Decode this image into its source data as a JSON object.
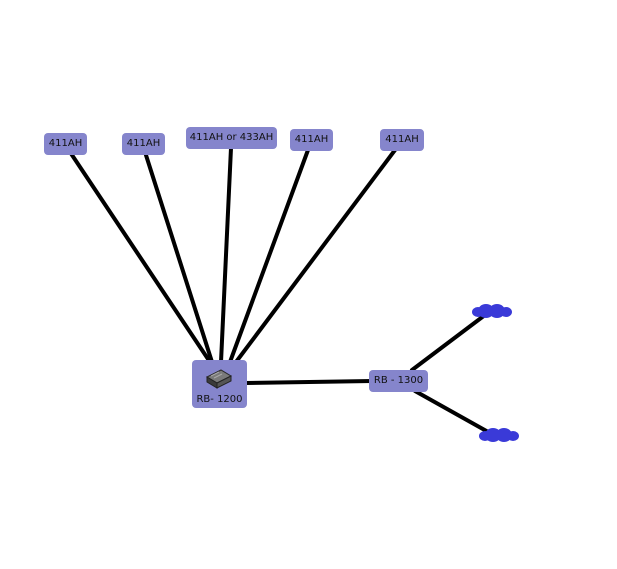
{
  "nodes": {
    "ap1": {
      "label": "411AH"
    },
    "ap2": {
      "label": "411AH"
    },
    "ap3": {
      "label": "411AH or 433AH"
    },
    "ap4": {
      "label": "411AH"
    },
    "ap5": {
      "label": "411AH"
    },
    "main_router": {
      "label": "RB- 1200",
      "icon": "router-icon"
    },
    "secondary_router": {
      "label": "RB - 1300"
    },
    "cloud_top": {
      "icon": "cloud-icon"
    },
    "cloud_bottom": {
      "icon": "cloud-icon"
    }
  },
  "links": [
    {
      "from": "ap1",
      "to": "main_router"
    },
    {
      "from": "ap2",
      "to": "main_router"
    },
    {
      "from": "ap3",
      "to": "main_router"
    },
    {
      "from": "ap4",
      "to": "main_router"
    },
    {
      "from": "ap5",
      "to": "main_router"
    },
    {
      "from": "main_router",
      "to": "secondary_router"
    },
    {
      "from": "secondary_router",
      "to": "cloud_top"
    },
    {
      "from": "secondary_router",
      "to": "cloud_bottom"
    }
  ],
  "colors": {
    "node_fill": "#8585cc",
    "link": "#000000",
    "cloud": "#3a3ad8"
  }
}
